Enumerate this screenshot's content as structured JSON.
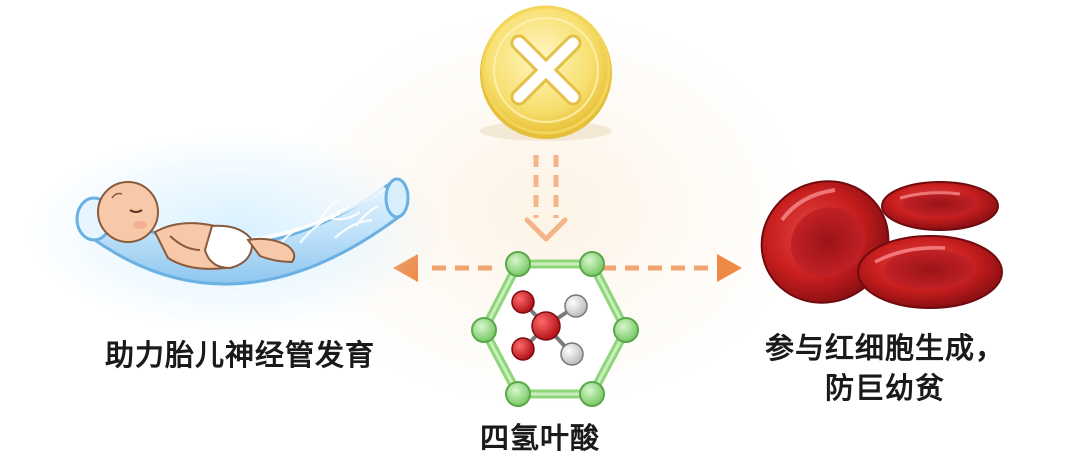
{
  "labels": {
    "left": "助力胎儿神经管发育",
    "center": "四氢叶酸",
    "right_line1": "参与红细胞生成，",
    "right_line2": "防巨幼贫"
  },
  "colors": {
    "arrow": "#f2a26b",
    "arrow_head": "#ef8a45",
    "hexagon": "#8fd67a",
    "node": "#9be08a",
    "atom_red": "#d8232a",
    "atom_white": "#ececec",
    "coin": "#f7df6e",
    "coin_rim": "#e9c93f",
    "blood_cell": "#c81e1e",
    "tube": "#cfe9fb",
    "text": "#1a1a1a"
  },
  "icons": {
    "top": "prohibition-x-coin-icon",
    "left": "fetus-in-neural-tube-icon",
    "center": "tetrahydrofolate-molecule-icon",
    "right": "red-blood-cells-icon"
  }
}
